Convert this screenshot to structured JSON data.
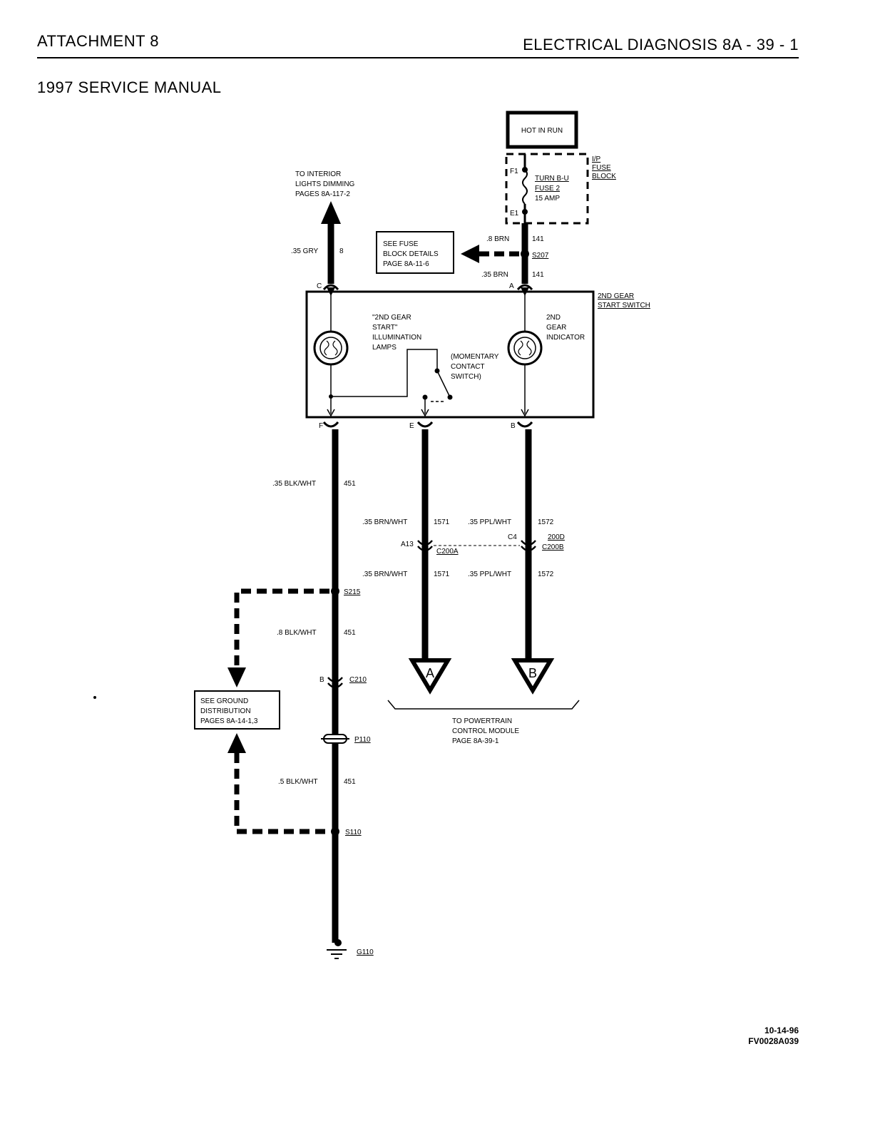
{
  "header": {
    "left_title": "ATTACHMENT 8",
    "right_title": "ELECTRICAL DIAGNOSIS  8A - 39 - 1",
    "subtitle": "1997 SERVICE MANUAL"
  },
  "power": {
    "label": "HOT IN RUN",
    "fuse_block_label": [
      "I/P",
      "FUSE",
      "BLOCK"
    ],
    "fuse_desc": [
      "TURN B-U",
      "FUSE 2",
      "15 AMP"
    ],
    "pin_top": "F1",
    "pin_bottom": "E1"
  },
  "wires": {
    "w141_upper": {
      "gauge": ".8 BRN",
      "circuit": "141"
    },
    "w141_lower": {
      "gauge": ".35 BRN",
      "circuit": "141"
    },
    "splice_s207": "S207",
    "w8": {
      "gauge": ".35 GRY",
      "circuit": "8"
    },
    "w451_a": {
      "gauge": ".35 BLK/WHT",
      "circuit": "451"
    },
    "w1571_upper": {
      "gauge": ".35 BRN/WHT",
      "circuit": "1571"
    },
    "w1572_upper": {
      "gauge": ".35 PPL/WHT",
      "circuit": "1572"
    },
    "w1571_lower": {
      "gauge": ".35 BRN/WHT",
      "circuit": "1571"
    },
    "w1572_lower": {
      "gauge": ".35 PPL/WHT",
      "circuit": "1572"
    },
    "w451_b": {
      "gauge": ".8 BLK/WHT",
      "circuit": "451"
    },
    "w451_c": {
      "gauge": ".5 BLK/WHT",
      "circuit": "451"
    }
  },
  "refs": {
    "interior_lights": [
      "TO INTERIOR",
      "LIGHTS DIMMING",
      "PAGES 8A-117-2"
    ],
    "fuse_block_details": [
      "SEE FUSE",
      "BLOCK DETAILS",
      "PAGE 8A-11-6"
    ],
    "ground_distribution": [
      "SEE GROUND",
      "DISTRIBUTION",
      "PAGES 8A-14-1,3"
    ],
    "powertrain": [
      "TO POWERTRAIN",
      "CONTROL MODULE",
      "PAGE 8A-39-1"
    ]
  },
  "switch": {
    "name": [
      "2ND GEAR",
      "START SWITCH"
    ],
    "illum_label": [
      "\"2ND GEAR",
      "START\"",
      "ILLUMINATION",
      "LAMPS"
    ],
    "indicator_label": [
      "2ND",
      "GEAR",
      "INDICATOR"
    ],
    "momentary_label": [
      "(MOMENTARY",
      "CONTACT",
      "SWITCH)"
    ],
    "pins": {
      "c": "C",
      "a": "A",
      "f": "F",
      "e": "E",
      "b": "B"
    }
  },
  "connectors": {
    "c200a": "C200A",
    "c200b_top": "200D",
    "c200b": "C200B",
    "pin_a13": "A13",
    "pin_c4": "C4",
    "c210": "C210",
    "pin_b": "B",
    "p110": "P110",
    "s215": "S215",
    "s110": "S110",
    "g110": "G110"
  },
  "offpage": {
    "a": "A",
    "b": "B"
  },
  "footer": {
    "date": "10-14-96",
    "code": "FV0028A039"
  }
}
